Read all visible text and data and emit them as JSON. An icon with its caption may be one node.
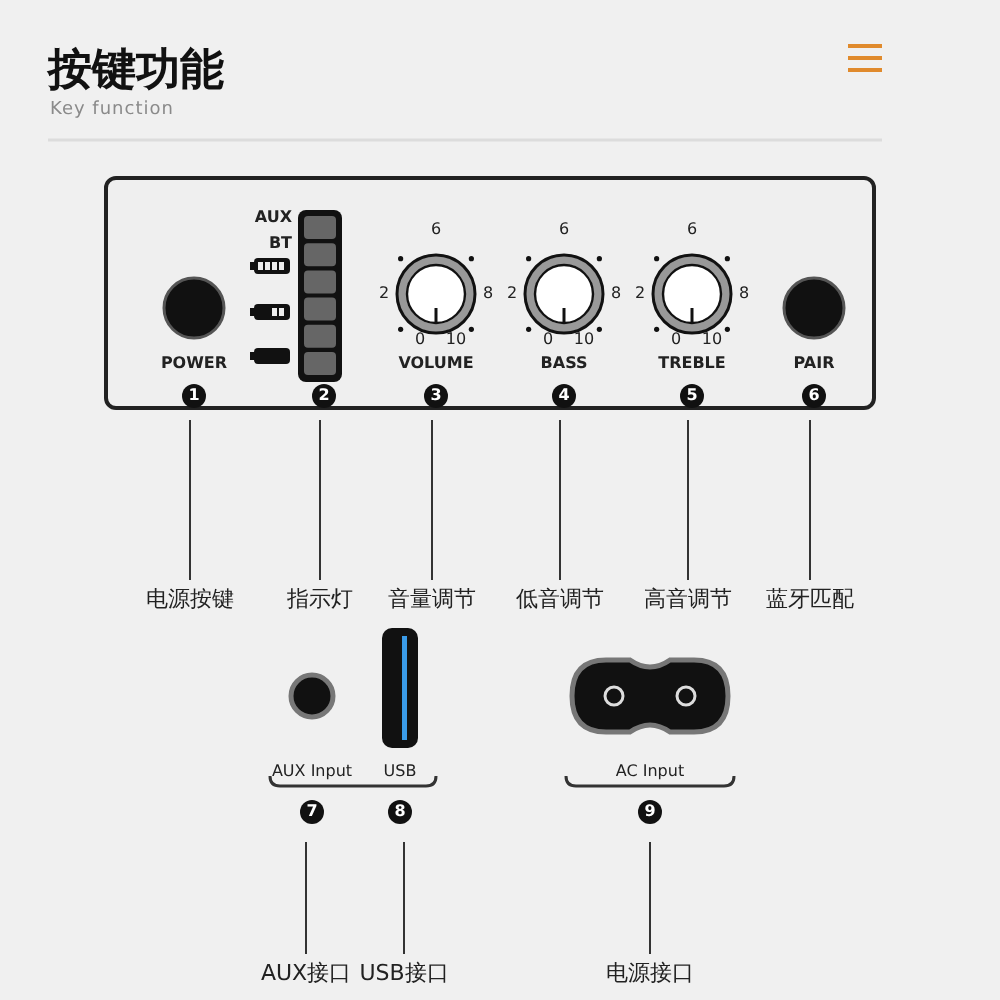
{
  "diagram": {
    "title": "按键功能",
    "nodes": [
      {
        "text": [],
        "shape": "box"
      },
      {
        "text": [
          "POWER",
          "1"
        ],
        "in": 0
      },
      {
        "text": [
          "AUX",
          "BT",
          "2"
        ],
        "in": 0
      },
      {
        "text": [
          "VOLUME",
          "3"
        ],
        "in": 0,
        "beside": [
          "6",
          "2",
          "8",
          "0",
          "10"
        ]
      },
      {
        "text": [
          "BASS",
          "4"
        ],
        "in": 0,
        "beside": [
          "6",
          "2",
          "8",
          "0",
          "10"
        ]
      },
      {
        "text": [
          "TREBLE",
          "5"
        ],
        "in": 0,
        "beside": [
          "6",
          "2",
          "8",
          "0",
          "10"
        ]
      },
      {
        "text": [
          "PAIR",
          "6"
        ],
        "in": 0
      },
      {
        "text": [
          "电源按键"
        ]
      },
      {
        "text": [
          "指示灯"
        ]
      },
      {
        "text": [
          "音量调节"
        ]
      },
      {
        "text": [
          "低音调节"
        ]
      },
      {
        "text": [
          "高音调节"
        ]
      },
      {
        "text": [
          "蓝牙匹配"
        ]
      },
      {
        "text": [
          "AUX Input",
          "7"
        ]
      },
      {
        "text": [
          "USB",
          "8"
        ]
      },
      {
        "text": [
          "AC Input",
          "9"
        ]
      },
      {
        "text": [
          "AUX接口"
        ]
      },
      {
        "text": [
          "USB接口"
        ]
      },
      {
        "text": [
          "电源接口"
        ]
      }
    ],
    "edges": [
      {
        "from": 1,
        "to": 7,
        "arrow": "none"
      },
      {
        "from": 2,
        "to": 8,
        "arrow": "none"
      },
      {
        "from": 3,
        "to": 9,
        "arrow": "none"
      },
      {
        "from": 4,
        "to": 10,
        "arrow": "none"
      },
      {
        "from": 5,
        "to": 11,
        "arrow": "none"
      },
      {
        "from": 6,
        "to": 12,
        "arrow": "none"
      },
      {
        "from": 13,
        "to": 16,
        "arrow": "none"
      },
      {
        "from": 14,
        "to": 17,
        "arrow": "none"
      },
      {
        "from": 15,
        "to": 18,
        "arrow": "none"
      }
    ],
    "labels": [
      "Key function"
    ]
  }
}
